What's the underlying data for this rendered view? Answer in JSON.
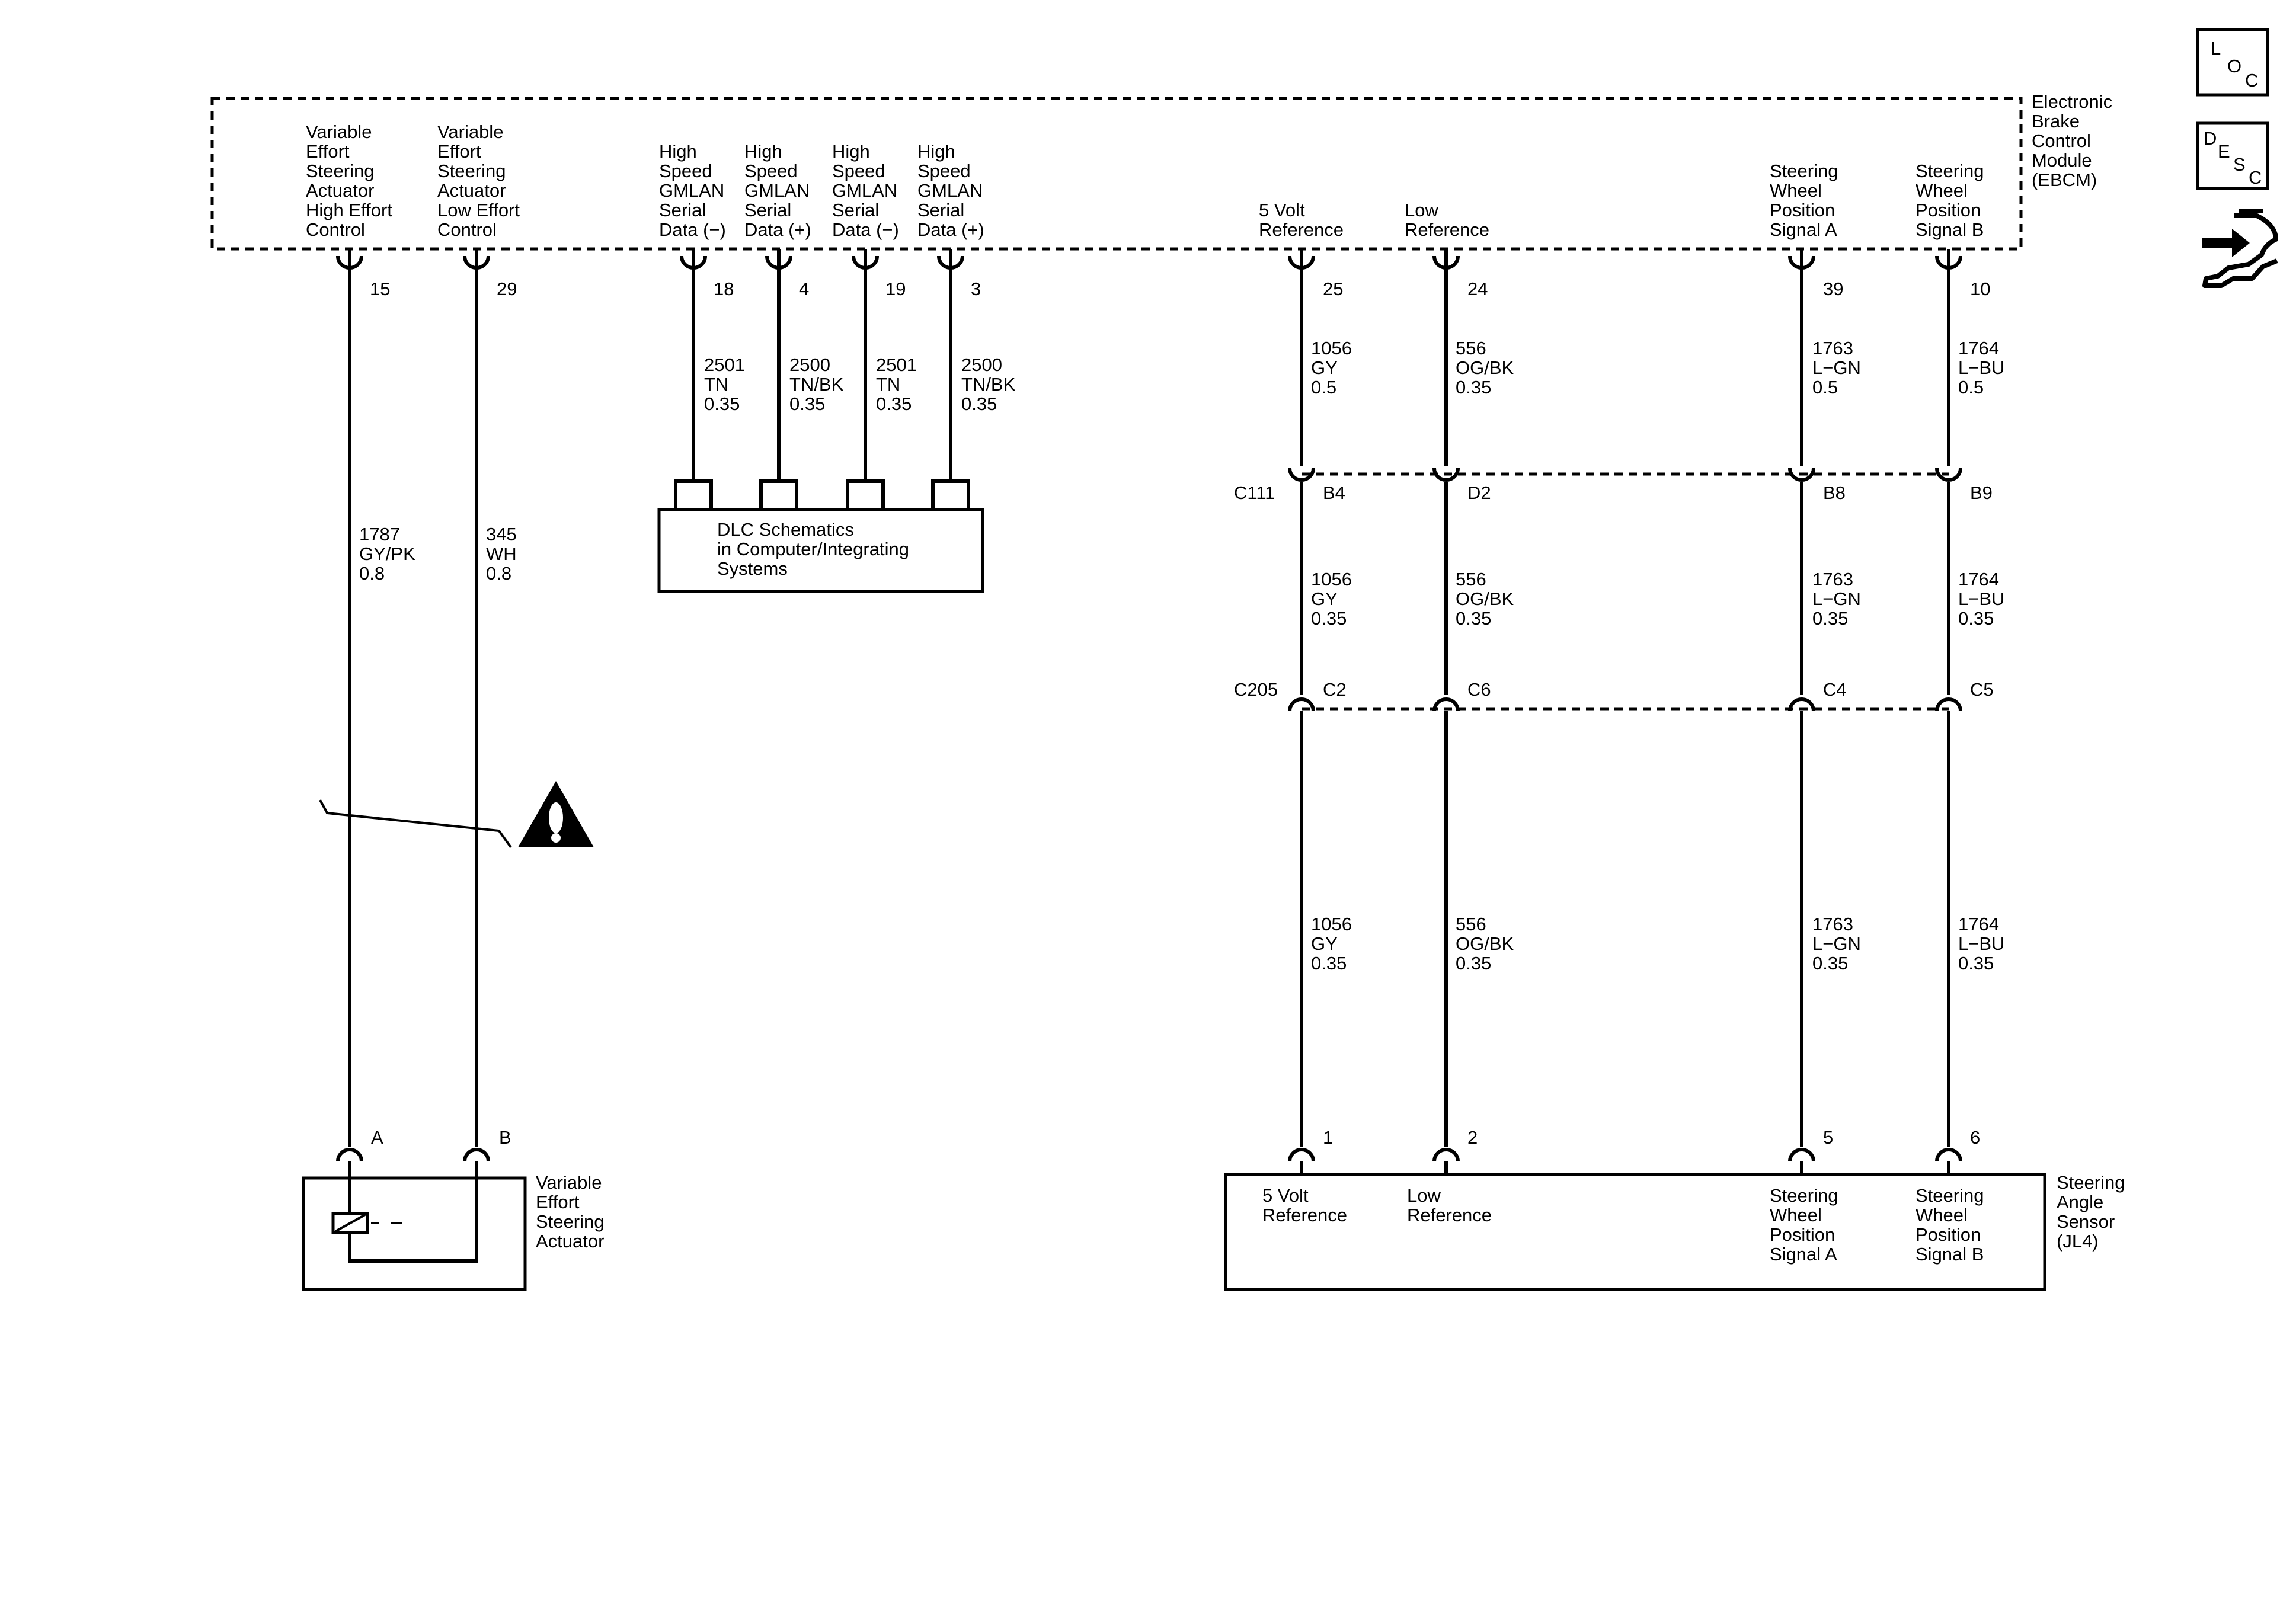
{
  "ebcm": {
    "name_lines": [
      "Electronic",
      "Brake",
      "Control",
      "Module",
      "(EBCM)"
    ],
    "pins": [
      {
        "label": [
          "Variable",
          "Effort",
          "Steering",
          "Actuator",
          "High Effort",
          "Control"
        ],
        "pin": "15"
      },
      {
        "label": [
          "Variable",
          "Effort",
          "Steering",
          "Actuator",
          "Low Effort",
          "Control"
        ],
        "pin": "29"
      },
      {
        "label": [
          "High",
          "Speed",
          "GMLAN",
          "Serial",
          "Data (−)"
        ],
        "pin": "18"
      },
      {
        "label": [
          "High",
          "Speed",
          "GMLAN",
          "Serial",
          "Data (+)"
        ],
        "pin": "4"
      },
      {
        "label": [
          "High",
          "Speed",
          "GMLAN",
          "Serial",
          "Data (−)"
        ],
        "pin": "19"
      },
      {
        "label": [
          "High",
          "Speed",
          "GMLAN",
          "Serial",
          "Data (+)"
        ],
        "pin": "3"
      },
      {
        "label": [
          "5 Volt",
          "Reference"
        ],
        "pin": "25"
      },
      {
        "label": [
          "Low",
          "Reference"
        ],
        "pin": "24"
      },
      {
        "label": [
          "Steering",
          "Wheel",
          "Position",
          "Signal A"
        ],
        "pin": "39"
      },
      {
        "label": [
          "Steering",
          "Wheel",
          "Position",
          "Signal B"
        ],
        "pin": "10"
      }
    ]
  },
  "actuator_wires": [
    {
      "circuit": "1787",
      "color": "GY/PK",
      "gauge": "0.8"
    },
    {
      "circuit": "345",
      "color": "WH",
      "gauge": "0.8"
    }
  ],
  "actuator": {
    "name_lines": [
      "Variable",
      "Effort",
      "Steering",
      "Actuator"
    ],
    "pins": [
      "A",
      "B"
    ]
  },
  "gmlan_wires": [
    {
      "circuit": "2501",
      "color": "TN",
      "gauge": "0.35"
    },
    {
      "circuit": "2500",
      "color": "TN/BK",
      "gauge": "0.35"
    },
    {
      "circuit": "2501",
      "color": "TN",
      "gauge": "0.35"
    },
    {
      "circuit": "2500",
      "color": "TN/BK",
      "gauge": "0.35"
    }
  ],
  "dlc_box": {
    "lines": [
      "DLC Schematics",
      "in Computer/Integrating",
      "Systems"
    ]
  },
  "sensor_wires_upper": [
    {
      "circuit": "1056",
      "color": "GY",
      "gauge": "0.5"
    },
    {
      "circuit": "556",
      "color": "OG/BK",
      "gauge": "0.35"
    },
    {
      "circuit": "1763",
      "color": "L−GN",
      "gauge": "0.5"
    },
    {
      "circuit": "1764",
      "color": "L−BU",
      "gauge": "0.5"
    }
  ],
  "connector_c111": {
    "name": "C111",
    "pins": [
      "B4",
      "D2",
      "B8",
      "B9"
    ]
  },
  "sensor_wires_middle": [
    {
      "circuit": "1056",
      "color": "GY",
      "gauge": "0.35"
    },
    {
      "circuit": "556",
      "color": "OG/BK",
      "gauge": "0.35"
    },
    {
      "circuit": "1763",
      "color": "L−GN",
      "gauge": "0.35"
    },
    {
      "circuit": "1764",
      "color": "L−BU",
      "gauge": "0.35"
    }
  ],
  "connector_c205": {
    "name": "C205",
    "pins": [
      "C2",
      "C6",
      "C4",
      "C5"
    ]
  },
  "sensor_wires_lower": [
    {
      "circuit": "1056",
      "color": "GY",
      "gauge": "0.35"
    },
    {
      "circuit": "556",
      "color": "OG/BK",
      "gauge": "0.35"
    },
    {
      "circuit": "1763",
      "color": "L−GN",
      "gauge": "0.35"
    },
    {
      "circuit": "1764",
      "color": "L−BU",
      "gauge": "0.35"
    }
  ],
  "sensor": {
    "name_lines": [
      "Steering",
      "Angle",
      "Sensor",
      "(JL4)"
    ],
    "pins": [
      {
        "pin": "1",
        "label": [
          "5 Volt",
          "Reference"
        ]
      },
      {
        "pin": "2",
        "label": [
          "Low",
          "Reference"
        ]
      },
      {
        "pin": "5",
        "label": [
          "Steering",
          "Wheel",
          "Position",
          "Signal A"
        ]
      },
      {
        "pin": "6",
        "label": [
          "Steering",
          "Wheel",
          "Position",
          "Signal B"
        ]
      }
    ]
  },
  "side_icons": {
    "loc": {
      "letters": [
        "L",
        "O",
        "C"
      ]
    },
    "desc": {
      "letters": [
        "D",
        "E",
        "S",
        "C"
      ]
    },
    "connector_icon": "connector-hand-icon"
  },
  "warning_icon": "warning-triangle-icon"
}
